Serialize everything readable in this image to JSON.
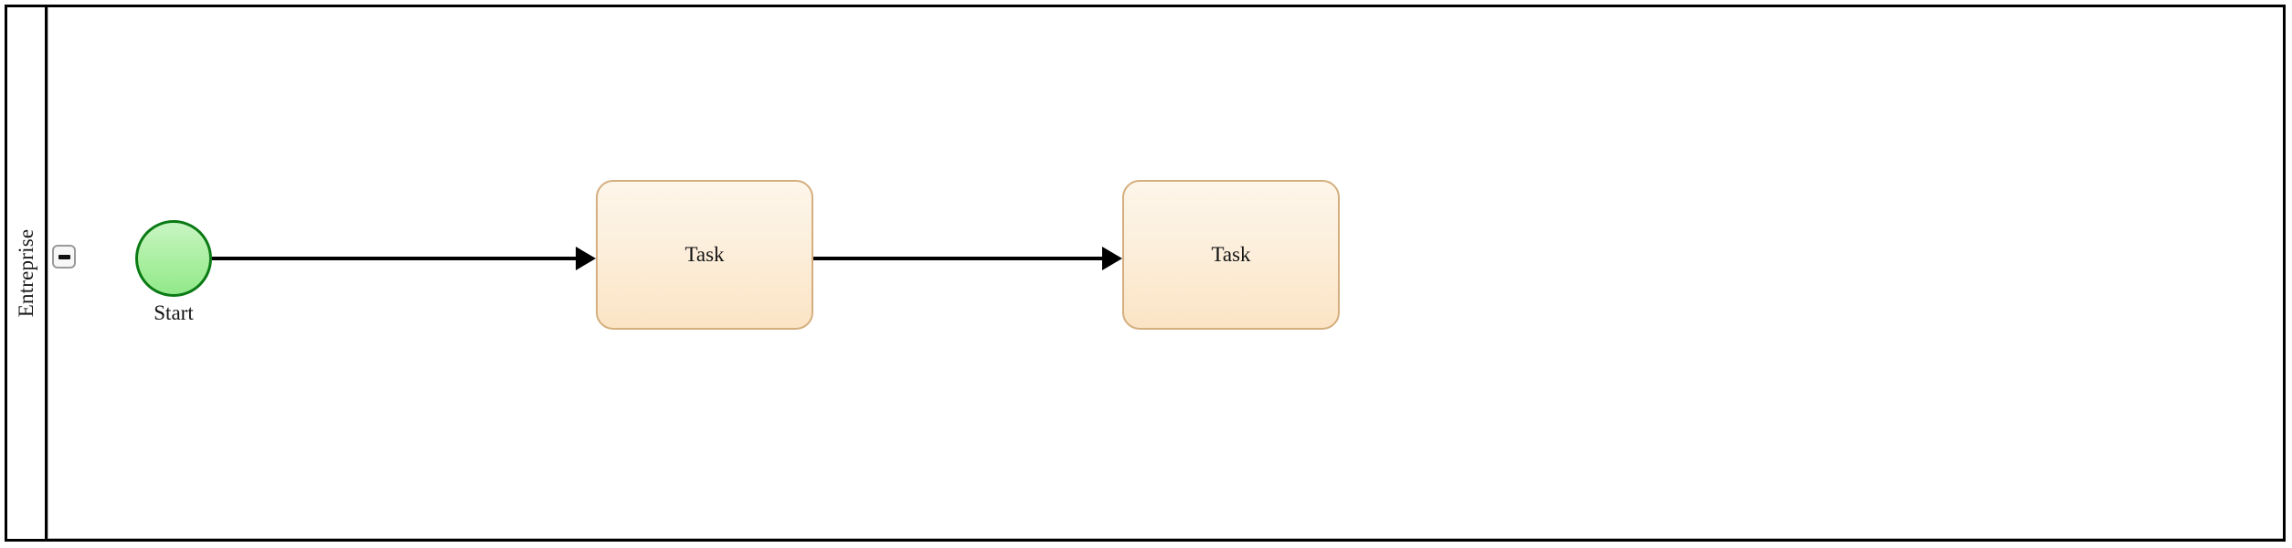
{
  "diagram": {
    "type": "bpmn-process-diagram",
    "background_color": "#ffffff"
  },
  "pool": {
    "name": "Entreprise",
    "border_color": "#000000",
    "collapse_button": {
      "icon": "minus-icon",
      "state": "expanded",
      "border_color": "#9a9a9a",
      "fill_color": "#f7f7f7"
    }
  },
  "lane": {
    "border_color": "#bdbdbd"
  },
  "nodes": [
    {
      "id": "start-event",
      "type": "start-event",
      "label": "Start",
      "stroke_color": "#0a7a14",
      "fill_color": "#a9efa0"
    },
    {
      "id": "task-1",
      "type": "task",
      "label": "Task",
      "stroke_color": "#d4ae7e",
      "fill_color": "#fcedd8"
    },
    {
      "id": "task-2",
      "type": "task",
      "label": "Task",
      "stroke_color": "#d4ae7e",
      "fill_color": "#fcedd8"
    }
  ],
  "flows": [
    {
      "id": "flow-1",
      "type": "sequence-flow",
      "from": "start-event",
      "to": "task-1",
      "color": "#000000"
    },
    {
      "id": "flow-2",
      "type": "sequence-flow",
      "from": "task-1",
      "to": "task-2",
      "color": "#000000"
    }
  ]
}
